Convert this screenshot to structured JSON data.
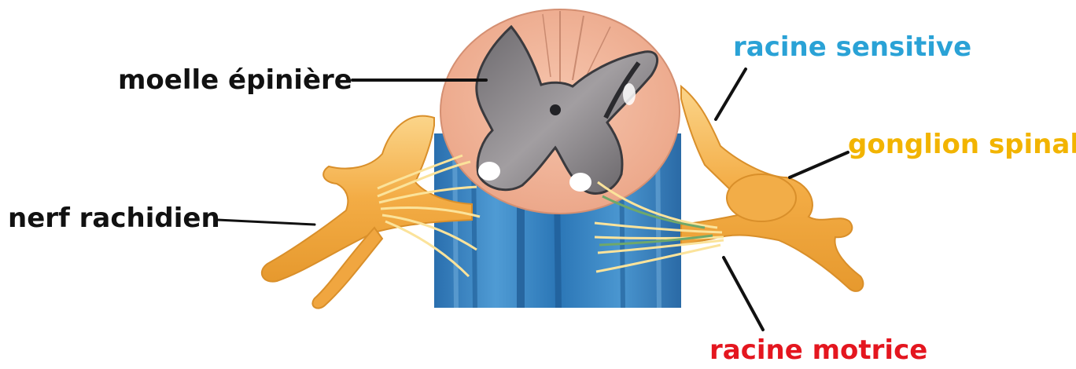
{
  "labels": {
    "moelle": {
      "text": "moelle épinière",
      "color": "#111111"
    },
    "nerf": {
      "text": "nerf rachidien",
      "color": "#111111"
    },
    "sensitive": {
      "text": "racine sensitive",
      "color": "#2aa2d6"
    },
    "ganglion": {
      "text": "gonglion spinal",
      "color": "#f2b400"
    },
    "motrice": {
      "text": "racine motrice",
      "color": "#e4161f"
    }
  },
  "colors": {
    "spinal_cord_blue": "#2f7fc0",
    "cord_section_pink": "#f2b59c",
    "grey_matter": "#8a8689",
    "nerve_orange": "#f3b24e",
    "nerve_light": "#fbd891",
    "rootlet_green": "#6fa86a",
    "leader_line": "#111111"
  }
}
